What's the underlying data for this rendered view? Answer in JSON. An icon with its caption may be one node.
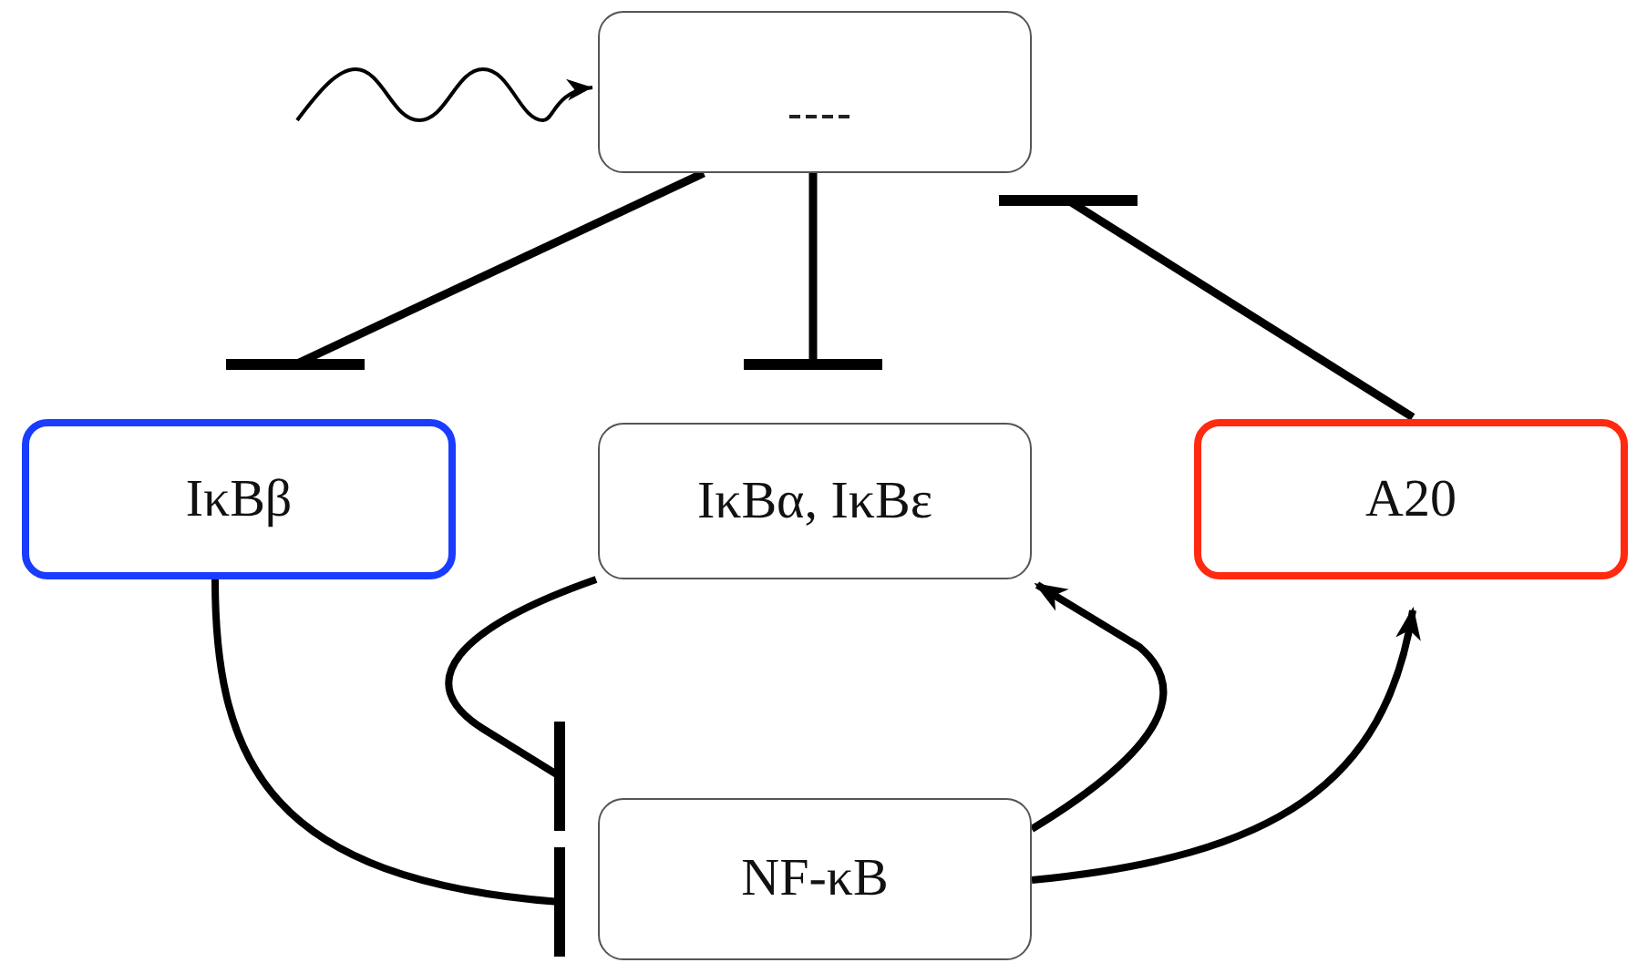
{
  "diagram": {
    "nodes": [
      {
        "text": [],
        "shape": "box"
      },
      {
        "text": [
          "IκBβ"
        ]
      },
      {
        "text": [
          "IκBα, IκBε"
        ]
      },
      {
        "text": [
          "A20"
        ]
      },
      {
        "text": [
          "NF-κB"
        ]
      }
    ],
    "edges": [
      {
        "from": null,
        "to": 0,
        "arrow": "to"
      },
      {
        "from": 0,
        "to": 1,
        "arrow": "other"
      },
      {
        "from": 0,
        "to": 2,
        "arrow": "other"
      },
      {
        "from": 3,
        "to": 0,
        "arrow": "other"
      },
      {
        "from": 1,
        "to": 4,
        "arrow": "other"
      },
      {
        "from": 2,
        "to": 4,
        "arrow": "other"
      },
      {
        "from": 4,
        "to": 2,
        "arrow": "to"
      },
      {
        "from": 4,
        "to": 3,
        "arrow": "to"
      }
    ]
  }
}
